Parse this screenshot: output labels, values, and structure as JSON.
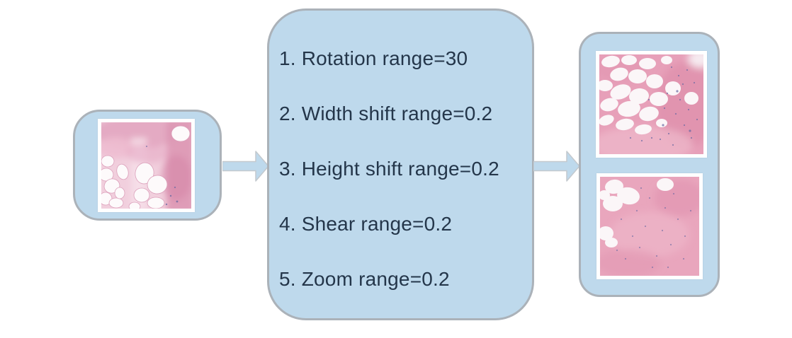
{
  "figure": {
    "augmentation_box": {
      "items": [
        {
          "label": "1. Rotation range=30"
        },
        {
          "label": "2. Width shift range=0.2"
        },
        {
          "label": "3. Height shift range=0.2"
        },
        {
          "label": "4. Shear range=0.2"
        },
        {
          "label": "5. Zoom range=0.2"
        }
      ]
    },
    "icons": {
      "arrow_left_to_mid": "arrow-right-icon",
      "arrow_mid_to_right": "arrow-right-icon"
    },
    "images": {
      "input": "histology-input-image",
      "augmented_top": "histology-augmented-image-1",
      "augmented_bottom": "histology-augmented-image-2"
    },
    "colors": {
      "background": "#ffffff",
      "box_fill": "#bed9ec",
      "box_border": "#abb2b9",
      "text": "#24364a",
      "arrow_fill": "#bed9ec",
      "arrow_outline": "#c3c9ce",
      "image_frame": "#ffffff",
      "tissue_pink": "#e8a3bb",
      "tissue_light_pink": "#f1cfdd",
      "tissue_speckle": "#6868a2"
    }
  }
}
